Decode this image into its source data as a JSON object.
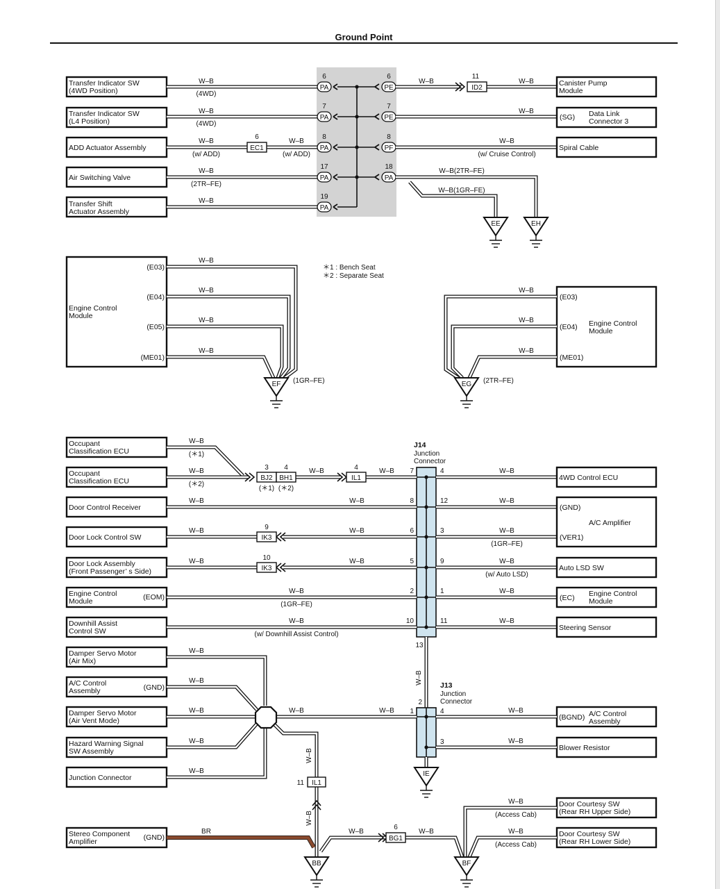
{
  "title": "Ground Point",
  "notes": [
    "＊1 : Bench Seat",
    "＊2 : Separate Seat"
  ],
  "wire": "W–B",
  "wire_br": "BR",
  "section1": {
    "left_components": [
      {
        "lines": [
          "Transfer Indicator SW",
          "(4WD Position)"
        ],
        "cond": "(4WD)",
        "pin": "6",
        "conn": "PA"
      },
      {
        "lines": [
          "Transfer Indicator SW",
          "(L4 Position)"
        ],
        "cond": "(4WD)",
        "pin": "7",
        "conn": "PA"
      },
      {
        "lines": [
          "ADD Actuator Assembly"
        ],
        "cond": "(w/ ADD)",
        "pin": "8",
        "conn": "PA",
        "inline_conn": "EC1",
        "inline_pin": "6",
        "cond2": "(w/ ADD)"
      },
      {
        "lines": [
          "Air Switching Valve"
        ],
        "cond": "(2TR–FE)",
        "pin": "17",
        "conn": "PA"
      },
      {
        "lines": [
          "Transfer Shift",
          "Actuator Assembly"
        ],
        "cond": "",
        "pin": "19",
        "conn": "PA"
      }
    ],
    "right_side": [
      {
        "pin": "6",
        "conn": "PE",
        "inline_conn": "ID2",
        "inline_pin": "11",
        "lines": [
          "Canister Pump",
          "Module"
        ]
      },
      {
        "pin": "7",
        "conn": "PE",
        "term": "(SG)",
        "lines": [
          "Data Link",
          "Connector 3"
        ]
      },
      {
        "pin": "8",
        "conn": "PF",
        "cond": "(w/ Cruise Control)",
        "lines": [
          "Spiral Cable"
        ]
      },
      {
        "pin": "18",
        "conn": "PA",
        "w1": "W–B(2TR–FE)",
        "w2": "W–B(1GR–FE)"
      }
    ],
    "grounds": [
      "EE",
      "EH"
    ]
  },
  "section2": {
    "ecm_left": {
      "lines": [
        "Engine Control",
        "Module"
      ],
      "terms": [
        "(E03)",
        "(E04)",
        "(E05)",
        "(ME01)"
      ],
      "ground": "EF",
      "cond": "(1GR–FE)"
    },
    "ecm_right": {
      "lines": [
        "Engine Control",
        "Module"
      ],
      "terms": [
        "(E03)",
        "(E04)",
        "(ME01)"
      ],
      "ground": "EG",
      "cond": "(2TR–FE)"
    }
  },
  "section3": {
    "j14": {
      "id": "J14",
      "lines": [
        "Junction",
        "Connector"
      ]
    },
    "j13": {
      "id": "J13",
      "lines": [
        "Junction",
        "Connector"
      ]
    },
    "left_components": [
      {
        "lines": [
          "Occupant",
          "Classification ECU"
        ],
        "cond": "(＊1)"
      },
      {
        "lines": [
          "Occupant",
          "Classification ECU"
        ],
        "cond": "(＊2)"
      },
      {
        "lines": [
          "Door Control Receiver"
        ]
      },
      {
        "lines": [
          "Door Lock Control SW"
        ]
      },
      {
        "lines": [
          "Door Lock Assembly",
          "(Front Passenger’ s Side)"
        ]
      },
      {
        "lines": [
          "Engine Control",
          "Module"
        ],
        "term": "(EOM)"
      },
      {
        "lines": [
          "Downhill Assist",
          "Control SW"
        ],
        "cond": "(w/ Downhill Assist Control)"
      }
    ],
    "inline": {
      "bj2": {
        "pin": "3",
        "conn": "BJ2",
        "cond": "(＊1)"
      },
      "bh1": {
        "pin": "4",
        "conn": "BH1",
        "cond": "(＊2)"
      },
      "il1a": {
        "pin": "4",
        "conn": "IL1"
      },
      "ik3a": {
        "pin": "9",
        "conn": "IK3"
      },
      "ik3b": {
        "pin": "10",
        "conn": "IK3"
      },
      "il1b": {
        "pin": "11",
        "conn": "IL1"
      },
      "bg1": {
        "pin": "6",
        "conn": "BG1"
      }
    },
    "j14_left_pins": [
      "7",
      "8",
      "6",
      "5",
      "2",
      "10"
    ],
    "j14_right_pins": [
      "4",
      "12",
      "3",
      "9",
      "1",
      "11"
    ],
    "j14_bottom_pin": "13",
    "j13_pins": {
      "top": "2",
      "left": "1",
      "right1": "4",
      "right2": "3"
    },
    "right_components": [
      {
        "lines": [
          "4WD Control ECU"
        ]
      },
      {
        "term1": "(GND)",
        "term2": "(VER1)",
        "lines": [
          "A/C Amplifier"
        ],
        "cond": "(1GR–FE)"
      },
      {
        "lines": [
          "Auto LSD SW"
        ],
        "cond": "(w/ Auto LSD)"
      },
      {
        "term": "(EC)",
        "lines": [
          "Engine Control",
          "Module"
        ]
      },
      {
        "lines": [
          "Steering Sensor"
        ]
      },
      {
        "term": "(BGND)",
        "lines": [
          "A/C Control",
          "Assembly"
        ]
      },
      {
        "lines": [
          "Blower Resistor"
        ]
      },
      {
        "lines": [
          "Door Courtesy SW",
          "(Rear RH Upper Side)"
        ],
        "cond": "(Access Cab)"
      },
      {
        "lines": [
          "Door Courtesy SW",
          "(Rear RH Lower Side)"
        ],
        "cond": "(Access Cab)"
      }
    ],
    "lower_left": [
      {
        "lines": [
          "Damper Servo Motor",
          "(Air Mix)"
        ]
      },
      {
        "lines": [
          "A/C Control",
          "Assembly"
        ],
        "term": "(GND)"
      },
      {
        "lines": [
          "Damper Servo Motor",
          "(Air Vent Mode)"
        ]
      },
      {
        "lines": [
          "Hazard Warning Signal",
          "SW Assembly"
        ]
      },
      {
        "lines": [
          "Junction Connector"
        ]
      },
      {
        "lines": [
          "Stereo Component",
          "Amplifier"
        ],
        "term": "(GND)"
      }
    ],
    "grounds": [
      "IE",
      "BB",
      "BF"
    ]
  }
}
